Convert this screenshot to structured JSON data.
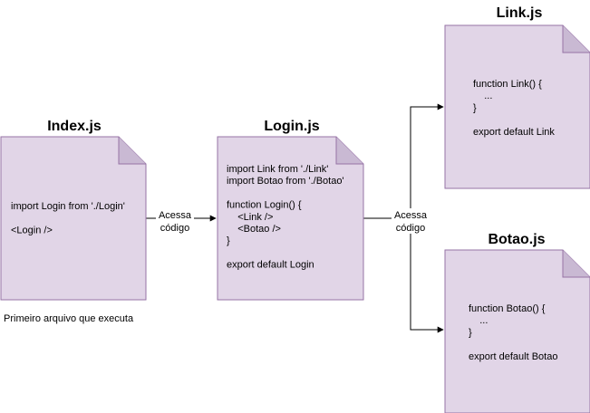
{
  "colors": {
    "doc_fill": "#e1d5e7",
    "doc_stroke": "#9673a6",
    "edge": "#000000"
  },
  "documents": {
    "index": {
      "title": "Index.js",
      "code": [
        "import Login from './Login'",
        "",
        "<Login />"
      ]
    },
    "login": {
      "title": "Login.js",
      "code": [
        "import Link from './Link'",
        "import Botao from './Botao'",
        "",
        "function Login() {",
        "    <Link />",
        "    <Botao />",
        "}",
        "",
        "export default Login"
      ]
    },
    "link": {
      "title": "Link.js",
      "code": [
        "function Link() {",
        "    ...",
        "}",
        "",
        "export default Link"
      ]
    },
    "botao": {
      "title": "Botao.js",
      "code": [
        "function Botao() {",
        "    ...",
        "}",
        "",
        "export default Botao"
      ]
    }
  },
  "edges": {
    "index_to_login": [
      "Acessa",
      "código"
    ],
    "login_to_children": [
      "Acessa",
      "código"
    ]
  },
  "note": "Primeiro arquivo que executa"
}
